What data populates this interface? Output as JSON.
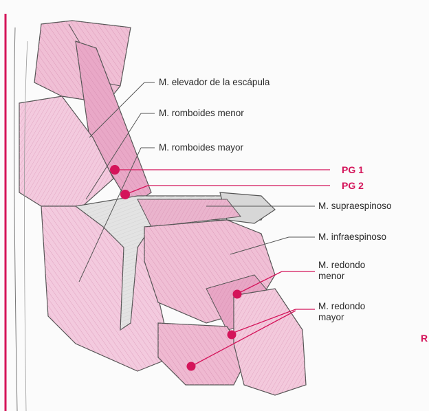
{
  "colors": {
    "accent": "#d4145a",
    "muscle_fill": "#f0bfd5",
    "muscle_dark": "#d98ab0",
    "bone": "#dcdcdc",
    "outline": "#555555"
  },
  "labels": {
    "elevador": "M. elevador de la escápula",
    "romboides_menor": "M. romboides menor",
    "romboides_mayor": "M. romboides mayor",
    "supraespinoso": "M. supraespinoso",
    "infraespinoso": "M. infraespinoso",
    "redondo_menor": [
      "M. redondo",
      "menor"
    ],
    "redondo_mayor": [
      "M. redondo",
      "mayor"
    ],
    "pg1": "PG 1",
    "pg2": "PG 2",
    "edge_letter": "R"
  }
}
